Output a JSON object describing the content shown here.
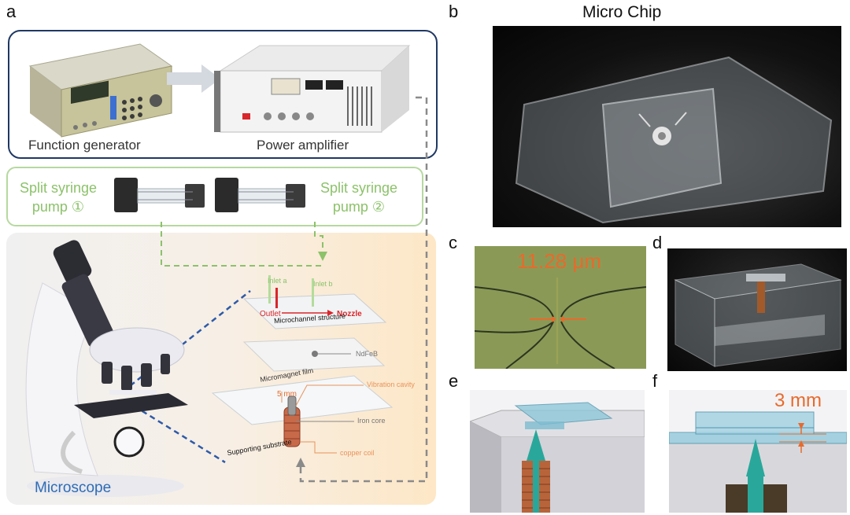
{
  "panels": {
    "a": "a",
    "b": "b",
    "c": "c",
    "d": "d",
    "e": "e",
    "f": "f"
  },
  "instruments": {
    "function_generator": "Function generator",
    "power_amplifier": "Power amplifier"
  },
  "pumps": {
    "pump1_line1": "Split syringe",
    "pump1_line2": "pump ①",
    "pump2_line1": "Split syringe",
    "pump2_line2": "pump ②"
  },
  "microscope": {
    "label": "Microscope"
  },
  "chip_layers": {
    "inlet_a": "Inlet a",
    "inlet_b": "Inlet b",
    "outlet": "Outlet",
    "nozzle": "Nozzle",
    "microchannel": "Microchannel structure",
    "ndfeb": "NdFeB",
    "micromagnet": "Micromagnet film",
    "five_mm": "5 mm",
    "vibration_cavity": "Vibration cavity",
    "iron_core": "Iron core",
    "supporting_substrate": "Supporting substrate",
    "copper_coil": "copper coil"
  },
  "panel_b": {
    "title": "Micro Chip"
  },
  "panel_c": {
    "measurement": "11.28 μm"
  },
  "panel_f": {
    "measurement": "3 mm"
  },
  "colors": {
    "navy_box": "#1f3864",
    "green": "#8cc26a",
    "orange": "#e86a2c",
    "blue_dash": "#2e5aa8",
    "red": "#d9262b"
  }
}
